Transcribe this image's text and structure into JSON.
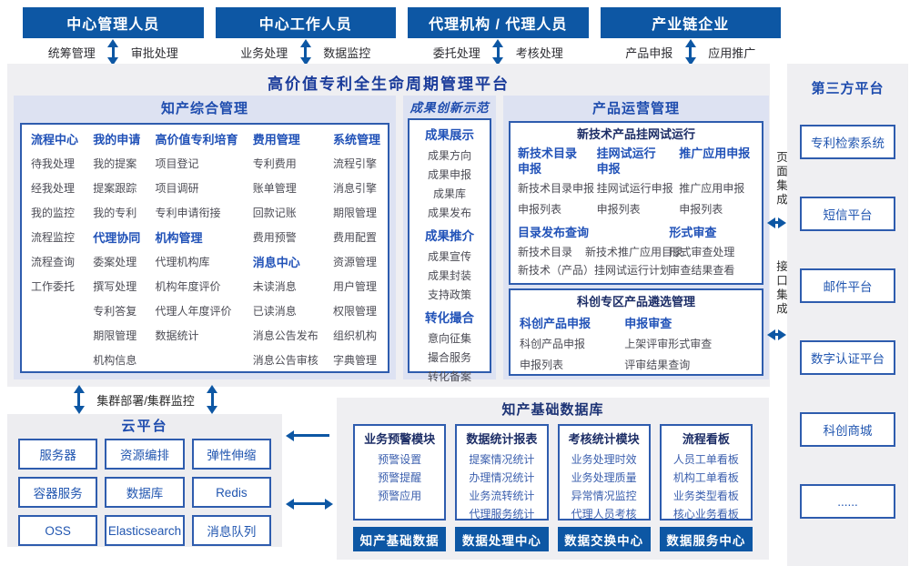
{
  "colors": {
    "primary_blue": "#0d57a4",
    "title_blue": "#1a3b9a",
    "section_bg": "#dde2f2",
    "border_blue": "#2e5cae",
    "panel_bg": "#efeff2"
  },
  "actors": [
    {
      "title": "中心管理人员",
      "left_label": "统筹管理",
      "right_label": "审批处理"
    },
    {
      "title": "中心工作人员",
      "left_label": "业务处理",
      "right_label": "数据监控"
    },
    {
      "title": "代理机构 / 代理人员",
      "left_label": "委托处理",
      "right_label": "考核处理"
    },
    {
      "title": "产业链企业",
      "left_label": "产品申报",
      "right_label": "应用推广"
    }
  ],
  "platform": {
    "title": "高价值专利全生命周期管理平台"
  },
  "ip_mgmt": {
    "title": "知产综合管理",
    "columns": [
      {
        "groups": [
          {
            "header": "流程中心",
            "items": [
              "待我处理",
              "经我处理",
              "我的监控",
              "流程监控",
              "流程查询",
              "工作委托"
            ]
          }
        ]
      },
      {
        "groups": [
          {
            "header": "我的申请",
            "items": [
              "我的提案",
              "提案跟踪",
              "我的专利"
            ]
          },
          {
            "header": "代理协同",
            "items": [
              "委案处理",
              "撰写处理",
              "专利答复",
              "期限管理",
              "机构信息"
            ]
          }
        ]
      },
      {
        "groups": [
          {
            "header": "高价值专利培育",
            "items": [
              "项目登记",
              "项目调研",
              "专利申请衔接"
            ]
          },
          {
            "header": "机构管理",
            "items": [
              "代理机构库",
              "机构年度评价",
              "代理人年度评价",
              "数据统计"
            ]
          }
        ]
      },
      {
        "groups": [
          {
            "header": "费用管理",
            "items": [
              "专利费用",
              "账单管理",
              "回款记账",
              "费用预警"
            ]
          },
          {
            "header": "消息中心",
            "items": [
              "未读消息",
              "已读消息",
              "消息公告发布",
              "消息公告审核"
            ]
          }
        ]
      },
      {
        "groups": [
          {
            "header": "系统管理",
            "items": [
              "流程引擎",
              "消息引擎",
              "期限管理",
              "费用配置",
              "资源管理",
              "用户管理",
              "权限管理",
              "组织机构",
              "字典管理"
            ]
          }
        ]
      }
    ]
  },
  "innovation": {
    "title": "成果创新示范",
    "groups": [
      {
        "header": "成果展示",
        "items": [
          "成果方向",
          "成果申报",
          "成果库",
          "成果发布"
        ]
      },
      {
        "header": "成果推介",
        "items": [
          "成果宣传",
          "成果封装",
          "支持政策"
        ]
      },
      {
        "header": "转化撮合",
        "items": [
          "意向征集",
          "撮合服务",
          "转化备案"
        ]
      }
    ]
  },
  "product_ops": {
    "title": "产品运营管理",
    "trial": {
      "title": "新技术产品挂网试运行",
      "columns": [
        {
          "header": "新技术目录申报",
          "items": [
            "新技术目录申报",
            "申报列表"
          ]
        },
        {
          "header": "挂网试运行申报",
          "items": [
            "挂网试运行申报",
            "申报列表"
          ]
        },
        {
          "header": "推广应用申报",
          "items": [
            "推广应用申报",
            "申报列表"
          ]
        }
      ],
      "catalog": {
        "header": "目录发布查询",
        "items": [
          "新技术目录",
          "新技术推广应用目录",
          "新技术（产品）挂网试运行计划"
        ]
      },
      "review": {
        "header": "形式审查",
        "items": [
          "形式审查处理",
          "审查结果查看"
        ]
      }
    },
    "selection": {
      "title": "科创专区产品遴选管理",
      "columns": [
        {
          "header": "科创产品申报",
          "items": [
            "科创产品申报",
            "申报列表"
          ]
        },
        {
          "header": "申报审查",
          "items": [
            "上架评审形式审查",
            "评审结果查询"
          ]
        }
      ]
    }
  },
  "integration": {
    "page_label": "页面集成",
    "api_label": "接口集成"
  },
  "third_party": {
    "title": "第三方平台",
    "items": [
      "专利检索系统",
      "短信平台",
      "邮件平台",
      "数字认证平台",
      "科创商城",
      "......"
    ]
  },
  "cluster": {
    "label": "集群部署/集群监控"
  },
  "cloud": {
    "title": "云平台",
    "items": [
      "服务器",
      "资源编排",
      "弹性伸缩",
      "容器服务",
      "数据库",
      "Redis",
      "OSS",
      "Elasticsearch",
      "消息队列"
    ]
  },
  "data_platform": {
    "title": "知产基础数据库",
    "modules": [
      {
        "header": "业务预警模块",
        "items": [
          "预警设置",
          "预警提醒",
          "预警应用"
        ],
        "footer": "知产基础数据"
      },
      {
        "header": "数据统计报表",
        "items": [
          "提案情况统计",
          "办理情况统计",
          "业务流转统计",
          "代理服务统计"
        ],
        "footer": "数据处理中心"
      },
      {
        "header": "考核统计模块",
        "items": [
          "业务处理时效",
          "业务处理质量",
          "异常情况监控",
          "代理人员考核"
        ],
        "footer": "数据交换中心"
      },
      {
        "header": "流程看板",
        "items": [
          "人员工单看板",
          "机构工单看板",
          "业务类型看板",
          "核心业务看板"
        ],
        "footer": "数据服务中心"
      }
    ]
  }
}
